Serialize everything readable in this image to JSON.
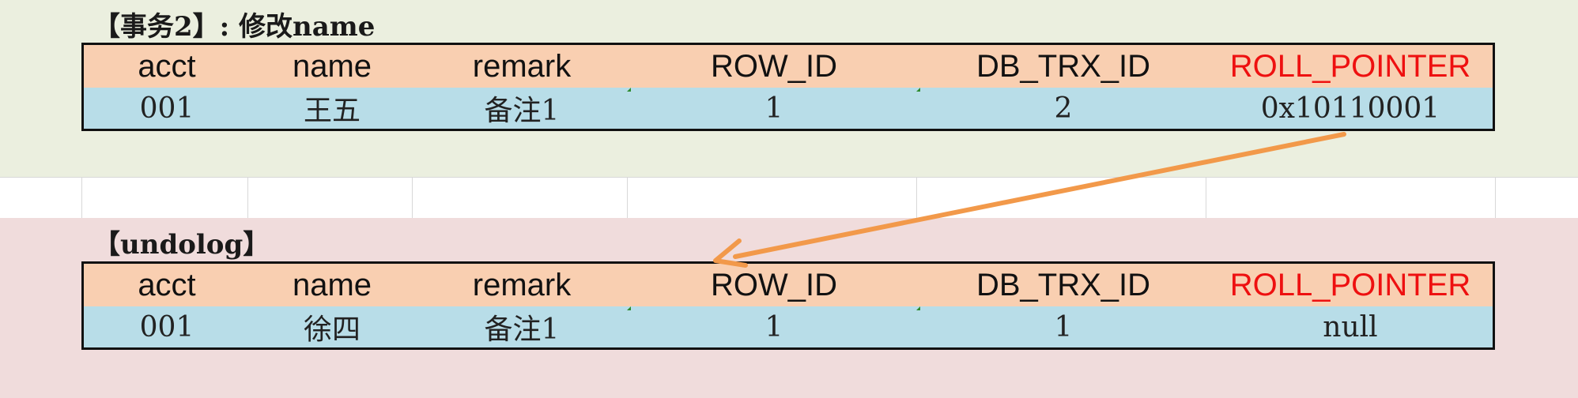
{
  "transaction_panel": {
    "caption": "【事务2】: 修改name",
    "columns": [
      "acct",
      "name",
      "remark",
      "ROW_ID",
      "DB_TRX_ID",
      "ROLL_POINTER"
    ],
    "row": [
      "001",
      "王五",
      "备注1",
      "1",
      "2",
      "0x10110001"
    ]
  },
  "undolog_panel": {
    "caption": "【undolog】",
    "columns": [
      "acct",
      "name",
      "remark",
      "ROW_ID",
      "DB_TRX_ID",
      "ROLL_POINTER"
    ],
    "row": [
      "001",
      "徐四",
      "备注1",
      "1",
      "1",
      "null"
    ]
  },
  "colors": {
    "transaction_background": "#ebefdf",
    "undolog_background": "#f0dcdc",
    "header_row": "#f9cfb1",
    "data_row": "#b8dde8",
    "roll_pointer_header": "#ee1010",
    "arrow": "#f2994a"
  }
}
